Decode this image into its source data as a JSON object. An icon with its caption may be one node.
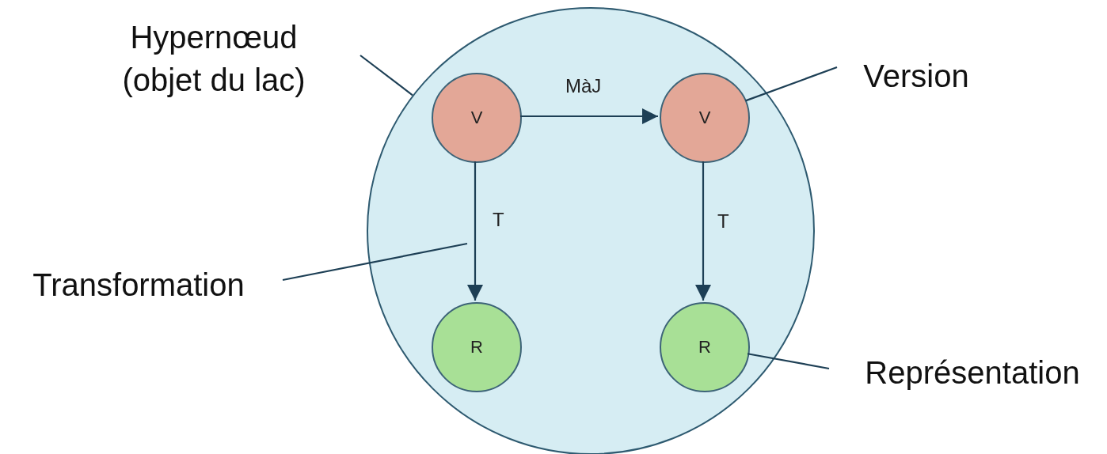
{
  "diagram": {
    "nodes": [
      {
        "text": [],
        "shape": "circle"
      },
      {
        "text": [
          "V"
        ],
        "in": 0
      },
      {
        "text": [
          "V"
        ],
        "in": 0
      },
      {
        "text": [
          "R"
        ],
        "in": 0
      },
      {
        "text": [
          "R"
        ],
        "in": 0
      },
      {
        "text": [
          "Hypernœud (objet du lac)"
        ]
      },
      {
        "text": [
          "Version"
        ]
      },
      {
        "text": [
          "Transformation"
        ]
      },
      {
        "text": [
          "Représentation"
        ]
      }
    ],
    "edges": [
      {
        "from": 1,
        "to": 2,
        "arrow": "to",
        "label": "MàJ"
      },
      {
        "from": 1,
        "to": 3,
        "arrow": "to",
        "label": "T"
      },
      {
        "from": 2,
        "to": 4,
        "arrow": "to",
        "label": "T"
      },
      {
        "from": 5,
        "to": 0,
        "arrow": "none"
      },
      {
        "from": 6,
        "to": 2,
        "arrow": "none"
      },
      {
        "from": 7,
        "to": null,
        "arrow": "none"
      },
      {
        "from": 8,
        "to": 4,
        "arrow": "none"
      }
    ]
  }
}
